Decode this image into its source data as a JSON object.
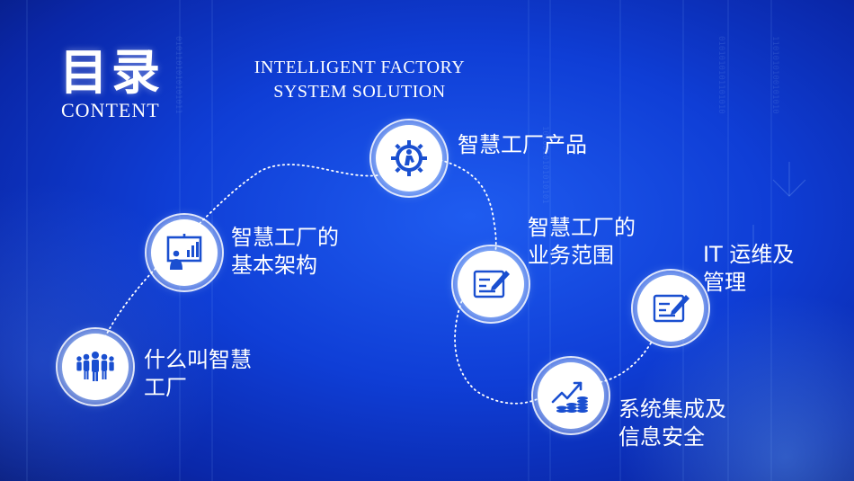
{
  "title": {
    "chinese": "目录",
    "english": "CONTENT"
  },
  "subtitle": {
    "line1": "INTELLIGENT FACTORY",
    "line2": "SYSTEM SOLUTION"
  },
  "items": [
    {
      "line1": "什么叫智慧",
      "line2": "工厂",
      "icon": "people-group-icon"
    },
    {
      "line1": "智慧工厂的",
      "line2": "基本架构",
      "icon": "presentation-board-icon"
    },
    {
      "line1": "智慧工厂产品",
      "line2": "",
      "icon": "gear-worker-icon"
    },
    {
      "line1": "智慧工厂的",
      "line2": "业务范围",
      "icon": "edit-document-icon"
    },
    {
      "line1": "系统集成及",
      "line2": "信息安全",
      "icon": "growth-chart-icon"
    },
    {
      "line1": "IT 运维及",
      "line2": "管理",
      "icon": "edit-document-icon"
    }
  ],
  "colors": {
    "background": "#0f3ed6",
    "icon": "#1a4fd0",
    "text": "#ffffff"
  }
}
